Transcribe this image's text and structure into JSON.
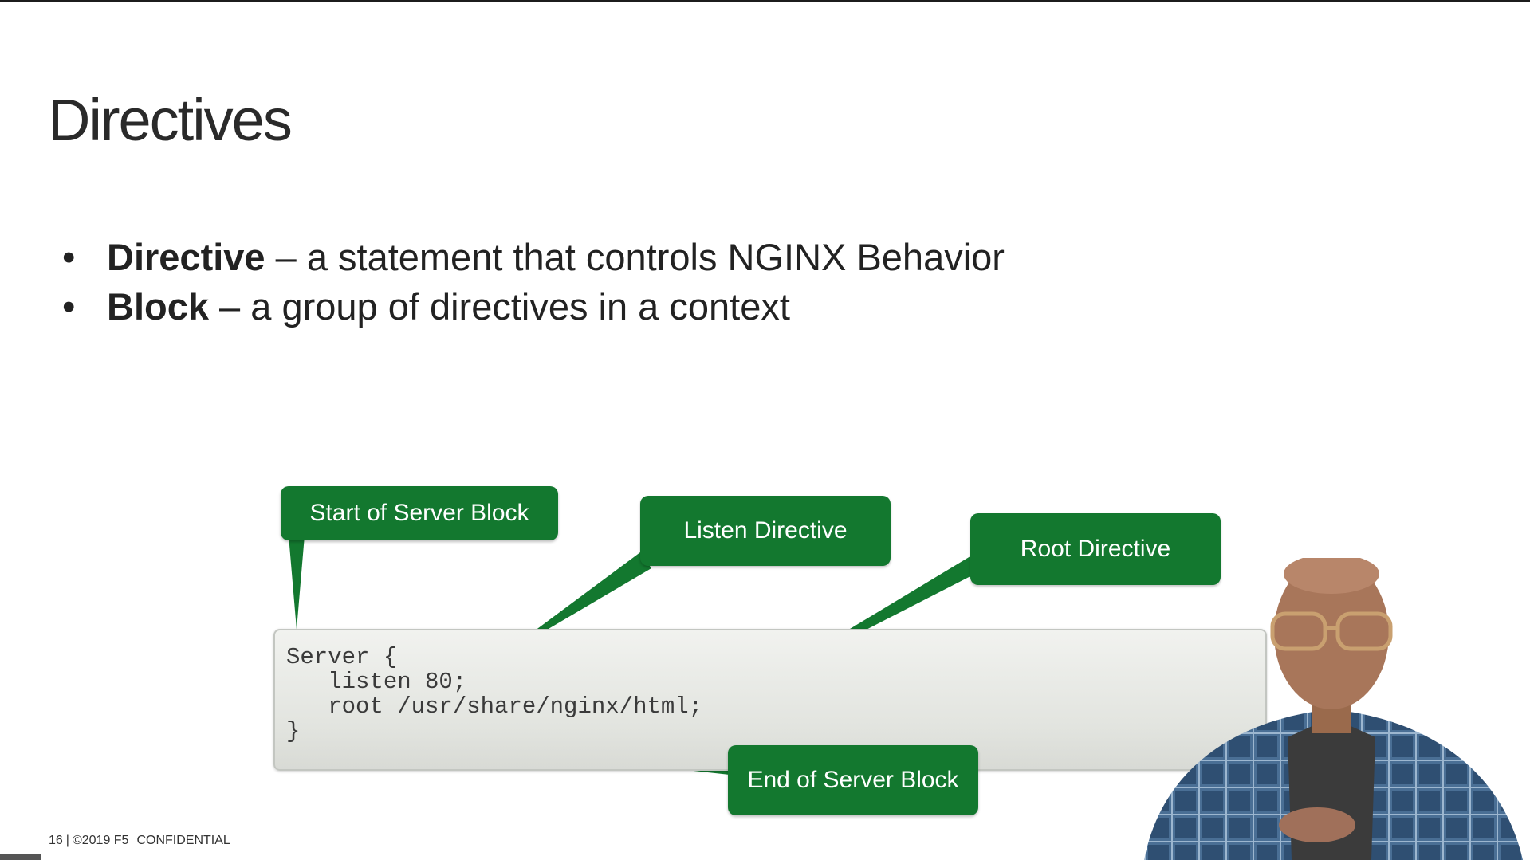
{
  "slide": {
    "title": "Directives",
    "bullets": [
      {
        "term": "Directive",
        "text": " – a statement that controls NGINX Behavior"
      },
      {
        "term": "Block",
        "text": " – a group of directives in a context"
      }
    ],
    "code": "Server {\n   listen 80;\n   root /usr/share/nginx/html;\n}",
    "callouts": {
      "start": "Start of Server Block",
      "listen": "Listen Directive",
      "root": "Root Directive",
      "end": "End of Server Block"
    },
    "footer": {
      "page": "16",
      "separator": "|",
      "copyright": "©2019 F5",
      "label": "CONFIDENTIAL"
    }
  },
  "colors": {
    "callout_green": "#13782f",
    "code_background": "#e6e8e3",
    "title_text": "#2a2a2a"
  },
  "icons": {
    "bullet": "•",
    "presenter_video": "person-video-thumbnail"
  }
}
